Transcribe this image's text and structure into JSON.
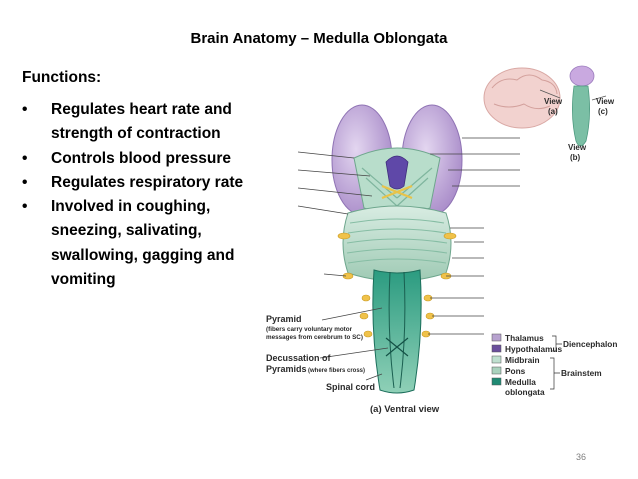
{
  "slide": {
    "title": "Brain Anatomy – Medulla Oblongata",
    "page_number": "36"
  },
  "functions": {
    "heading": "Functions:",
    "items": [
      "Regulates heart rate and strength of contraction",
      "Controls blood pressure",
      "Regulates respiratory rate",
      "Involved in coughing, sneezing, salivating, swallowing, gagging and vomiting"
    ]
  },
  "figure": {
    "labels": {
      "pyramid": "Pyramid",
      "pyramid_note_1": "(fibers carry voluntary motor",
      "pyramid_note_2": "messages from cerebrum to SC)",
      "decussation_1": "Decussation of",
      "decussation_2": "Pyramids",
      "decussation_note": "(where fibers cross)",
      "spinal_cord": "Spinal cord",
      "caption": "(a) Ventral view",
      "view_a_1": "View",
      "view_a_2": "(a)",
      "view_b_1": "View",
      "view_b_2": "(b)",
      "view_c_1": "View",
      "view_c_2": "(c)"
    },
    "legend": {
      "items": [
        {
          "label": "Thalamus",
          "color": "#b7a2cf"
        },
        {
          "label": "Hypothalamus",
          "color": "#6a4f9c"
        },
        {
          "label": "Midbrain",
          "color": "#bfe0cf"
        },
        {
          "label": "Pons",
          "color": "#a9d2bd"
        },
        {
          "label": "Medulla oblongata",
          "label_1": "Medulla",
          "label_2": "oblongata",
          "color": "#1f8a73"
        }
      ],
      "group_diencephalon": "Diencephalon",
      "group_brainstem": "Brainstem"
    }
  }
}
